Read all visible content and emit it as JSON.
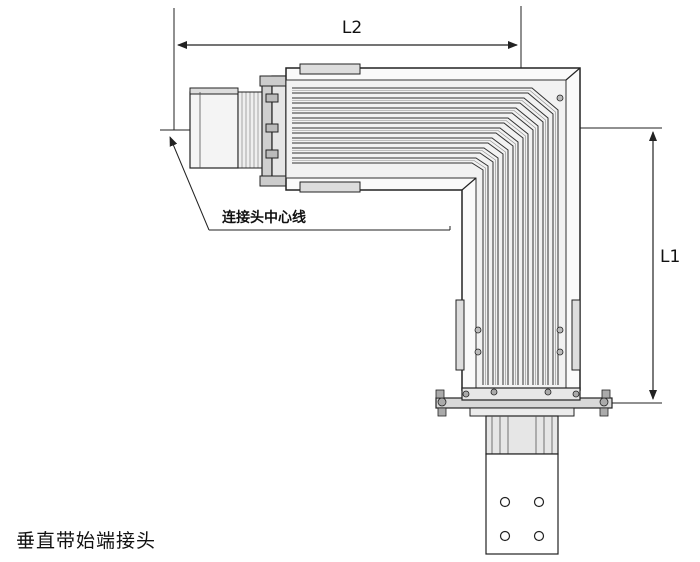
{
  "labels": {
    "dim_l2": "L2",
    "dim_l1": "L1",
    "center_line": "连接头中心线",
    "caption": "垂直带始端接头"
  }
}
